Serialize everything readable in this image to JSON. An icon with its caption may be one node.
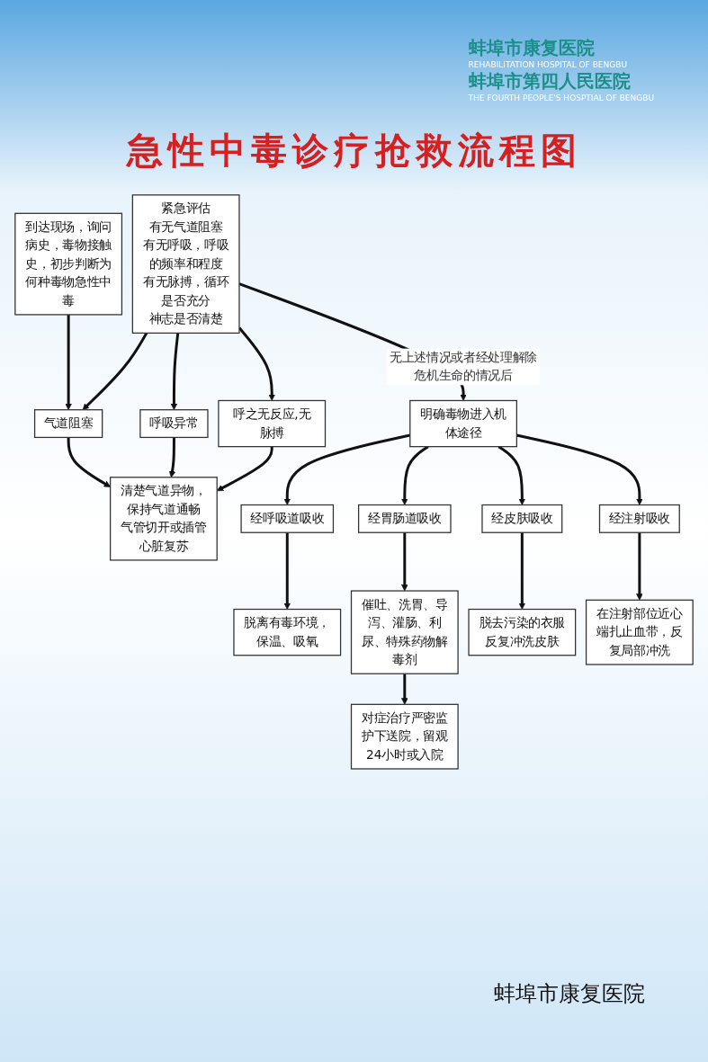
{
  "diagram": {
    "title": "急性中毒诊疗抢救流程图",
    "nodes": [
      {
        "text": [
          "到达现场，询问病史，毒物接触史，初步判断为何种毒物急性中毒"
        ]
      },
      {
        "text": [
          "紧急评估",
          "有无气道阻塞",
          "有无呼吸，呼吸的频率和程度",
          "有无脉搏，循环是否充分",
          "神志是否清楚"
        ]
      },
      {
        "text": [
          "气道阻塞"
        ]
      },
      {
        "text": [
          "呼吸异常"
        ]
      },
      {
        "text": [
          "呼之无反应,无脉搏"
        ]
      },
      {
        "text": [
          "清楚气道异物，保持气道通畅",
          "气管切开或插管",
          "心脏复苏"
        ]
      },
      {
        "text": [
          "明确毒物进入机体途径"
        ]
      },
      {
        "text": [
          "经呼吸道吸收"
        ]
      },
      {
        "text": [
          "经胃肠道吸收"
        ]
      },
      {
        "text": [
          "经皮肤吸收"
        ]
      },
      {
        "text": [
          "经注射吸收"
        ]
      },
      {
        "text": [
          "脱离有毒环境，保温、吸氧"
        ]
      },
      {
        "text": [
          "催吐、洗胃、导泻、灌肠、利尿、特殊药物解毒剂"
        ]
      },
      {
        "text": [
          "脱去污染的衣服反复冲洗皮肤"
        ]
      },
      {
        "text": [
          "在注射部位近心端扎止血带，反复局部冲洗"
        ]
      },
      {
        "text": [
          "对症治疗严密监护下送院，留观24小时或入院"
        ]
      }
    ],
    "edges": [
      {
        "from": 0,
        "to": 2,
        "arrow": "to"
      },
      {
        "from": 1,
        "to": 2,
        "arrow": "to"
      },
      {
        "from": 1,
        "to": 3,
        "arrow": "to"
      },
      {
        "from": 1,
        "to": 4,
        "arrow": "to"
      },
      {
        "from": 2,
        "to": 5,
        "arrow": "to"
      },
      {
        "from": 3,
        "to": 5,
        "arrow": "to"
      },
      {
        "from": 4,
        "to": 5,
        "arrow": "to"
      },
      {
        "from": 1,
        "to": 6,
        "arrow": "to",
        "label": "无上述情况或者经处理解除危机生命的情况后"
      },
      {
        "from": 6,
        "to": 7,
        "arrow": "to"
      },
      {
        "from": 6,
        "to": 8,
        "arrow": "to"
      },
      {
        "from": 6,
        "to": 9,
        "arrow": "to"
      },
      {
        "from": 6,
        "to": 10,
        "arrow": "to"
      },
      {
        "from": 7,
        "to": 11,
        "arrow": "to"
      },
      {
        "from": 8,
        "to": 12,
        "arrow": "to"
      },
      {
        "from": 9,
        "to": 13,
        "arrow": "to"
      },
      {
        "from": 10,
        "to": 14,
        "arrow": "to"
      },
      {
        "from": 12,
        "to": 15,
        "arrow": "to"
      }
    ],
    "labels": [
      "蚌埠市康复医院",
      "REHABILITATION HOSPITAL OF BENGBU",
      "蚌埠市第四人民医院",
      "THE FOURTH PEOPLE'S HOSPTIAL OF BENGBU",
      "蚌埠市康复医院"
    ]
  }
}
